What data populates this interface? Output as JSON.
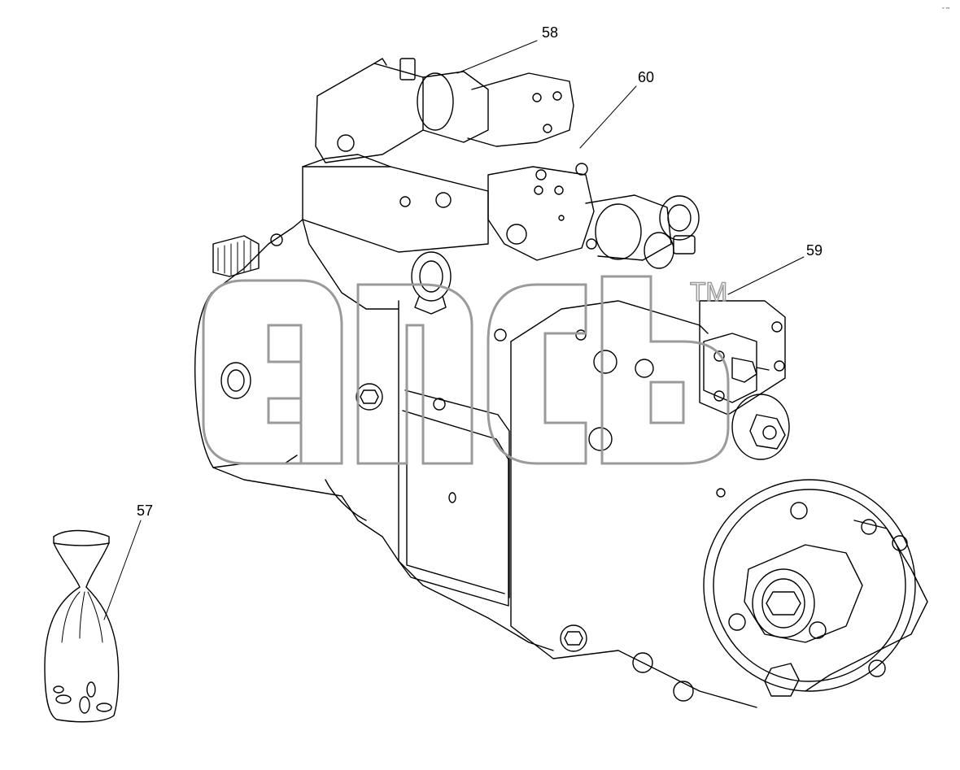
{
  "corner_mark": "◦ ◦◦",
  "callouts": [
    {
      "id": "57",
      "text": "57"
    },
    {
      "id": "58",
      "text": "58"
    },
    {
      "id": "59",
      "text": "59"
    },
    {
      "id": "60",
      "text": "60"
    }
  ],
  "watermark": {
    "text": "TM",
    "color": "#9a9a9a"
  },
  "colors": {
    "line": "#000000",
    "background": "#ffffff",
    "watermark": "#9a9a9a"
  }
}
